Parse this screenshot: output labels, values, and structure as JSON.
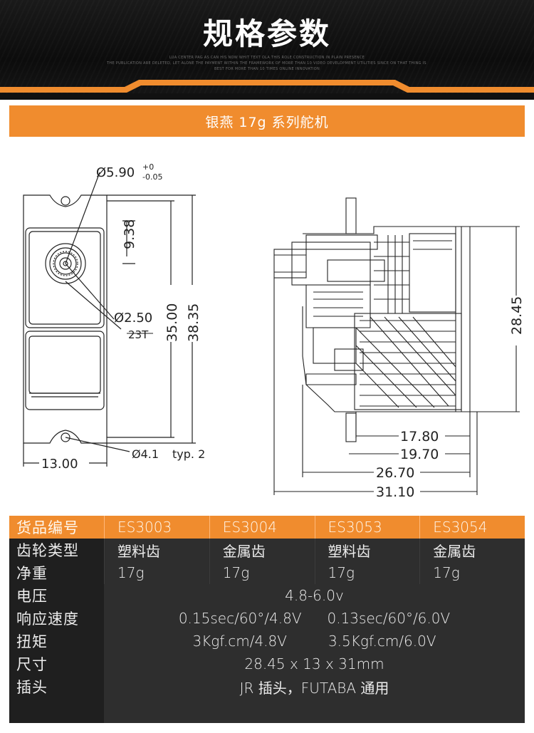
{
  "header": {
    "title": "规格参数",
    "subtitle_lines": [
      "LUA CENTER PAG AS CAN HIS NOW WHIT TEXT OLA THIS ROLE CONSTRUCTION IN PLAIN PRESENCE",
      "THE PUBLICATION ARE DELETED, LET ALONE THE PAYMENT WITHIN THE FRAMEWORK OF MORE THAN 10 VIDEO DEVELOPMENT UTILITIES SINCE ON THAT THING IS OUT OF ART",
      "BEST FOR MORE THAN 10 TIMES ONLINE INNOVATION"
    ]
  },
  "banner": {
    "text": "银燕 17g 系列舵机"
  },
  "drawing": {
    "front": {
      "hole_dia": "Ø5.90",
      "tol_plus": "+0",
      "tol_minus": "-0.05",
      "dim_938": "9.38",
      "dim_3500": "35.00",
      "dim_3835": "38.35",
      "dim_250": "Ø2.50",
      "spline": "23T",
      "mount_hole": "Ø4.1",
      "typ": "typ. 2",
      "width": "13.00"
    },
    "side": {
      "height": "28.45",
      "d1780": "17.80",
      "d1970": "19.70",
      "d2670": "26.70",
      "d3110": "31.10"
    }
  },
  "specs": {
    "model_label": "货品编号",
    "models": [
      "ES3003",
      "ES3004",
      "ES3053",
      "ES3054"
    ],
    "gear_label": "齿轮类型",
    "gears": [
      "塑料齿",
      "金属齿",
      "塑料齿",
      "金属齿"
    ],
    "weight_label": "净重",
    "weights": [
      "17g",
      "17g",
      "17g",
      "17g"
    ],
    "voltage_label": "电压",
    "voltage": "4.8-6.0v",
    "speed_label": "响应速度",
    "speed_a": "0.15sec/60°/4.8V",
    "speed_b": "0.13sec/60°/6.0V",
    "torque_label": "扭矩",
    "torque_a": "3Kgf.cm/4.8V",
    "torque_b": "3.5Kgf.cm/6.0V",
    "size_label": "尺寸",
    "size": "28.45 x 13 x 31mm",
    "plug_label": "插头",
    "plug": "JR 插头，FUTABA 通用"
  },
  "colors": {
    "accent": "#f08c2e",
    "header_bg": "#111111",
    "table_bg": "#2e2e2e",
    "label_bg": "#1f1f1f"
  }
}
